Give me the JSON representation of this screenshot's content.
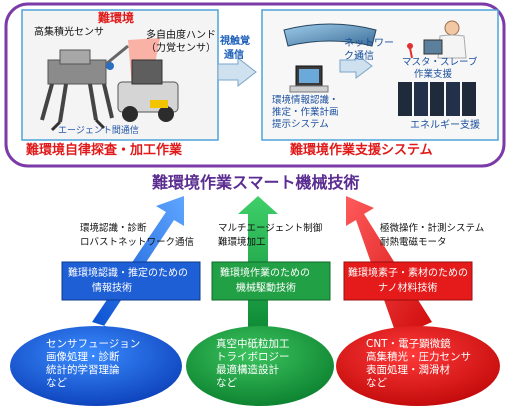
{
  "top_panel": {
    "hard_env_label": "難環境",
    "sensor_label": "高集積光センサ",
    "hand_label_1": "多自由度ハンド",
    "hand_label_2": "（力覚センサ）",
    "agent_comm": "エージェント間通信",
    "tactile_1": "視触覚",
    "tactile_2": "通信",
    "system_1": "環境情報認識・",
    "system_2": "推定・作業計画",
    "system_3": "提示システム",
    "network_1": "ネットワー",
    "network_2": "ク通信",
    "master_1": "マスタ・スレーブ",
    "master_2": "作業支援",
    "energy": "エネルギー支援",
    "left_title": "難環境自律探査・加工作業",
    "right_title": "難環境作業支援システム"
  },
  "main_title": "難環境作業スマート機械技術",
  "columns": [
    {
      "arrow_label_1": "環境認識・診断",
      "arrow_label_2": "ロバストネットワーク通信",
      "box_1": "難環境認識・推定のための",
      "box_2": "情報技術",
      "ellipse_1": "センサフュージョン",
      "ellipse_2": "画像処理・診断",
      "ellipse_3": "統計的学習理論",
      "ellipse_4": "など",
      "color": "#1e78ff"
    },
    {
      "arrow_label_1": "マルチエージェント制御",
      "arrow_label_2": "難環境加工",
      "box_1": "難環境作業のための",
      "box_2": "機械駆動技術",
      "ellipse_1": "真空中砥粒加工",
      "ellipse_2": "トライボロジー",
      "ellipse_3": "最適構造設計",
      "ellipse_4": "など",
      "color": "#21b24b"
    },
    {
      "arrow_label_1": "極微操作・計測システム",
      "arrow_label_2": "耐熱電磁モータ",
      "box_1": "難環境素子・素材のための",
      "box_2": "ナノ材料技術",
      "ellipse_1": "CNT・電子顕微鏡",
      "ellipse_2": "高集積光・圧力センサ",
      "ellipse_3": "表面処理・潤滑材",
      "ellipse_4": "など",
      "color": "#ee1c1c"
    }
  ],
  "colors": {
    "panel_border": "#7b3aa8",
    "title_red": "#e01a1a",
    "main_title_purple": "#5b2d91",
    "box_blue": "#1f5fd6",
    "box_green": "#22a046",
    "box_red": "#e51b1b",
    "inner_border": "#4fa3d8"
  }
}
